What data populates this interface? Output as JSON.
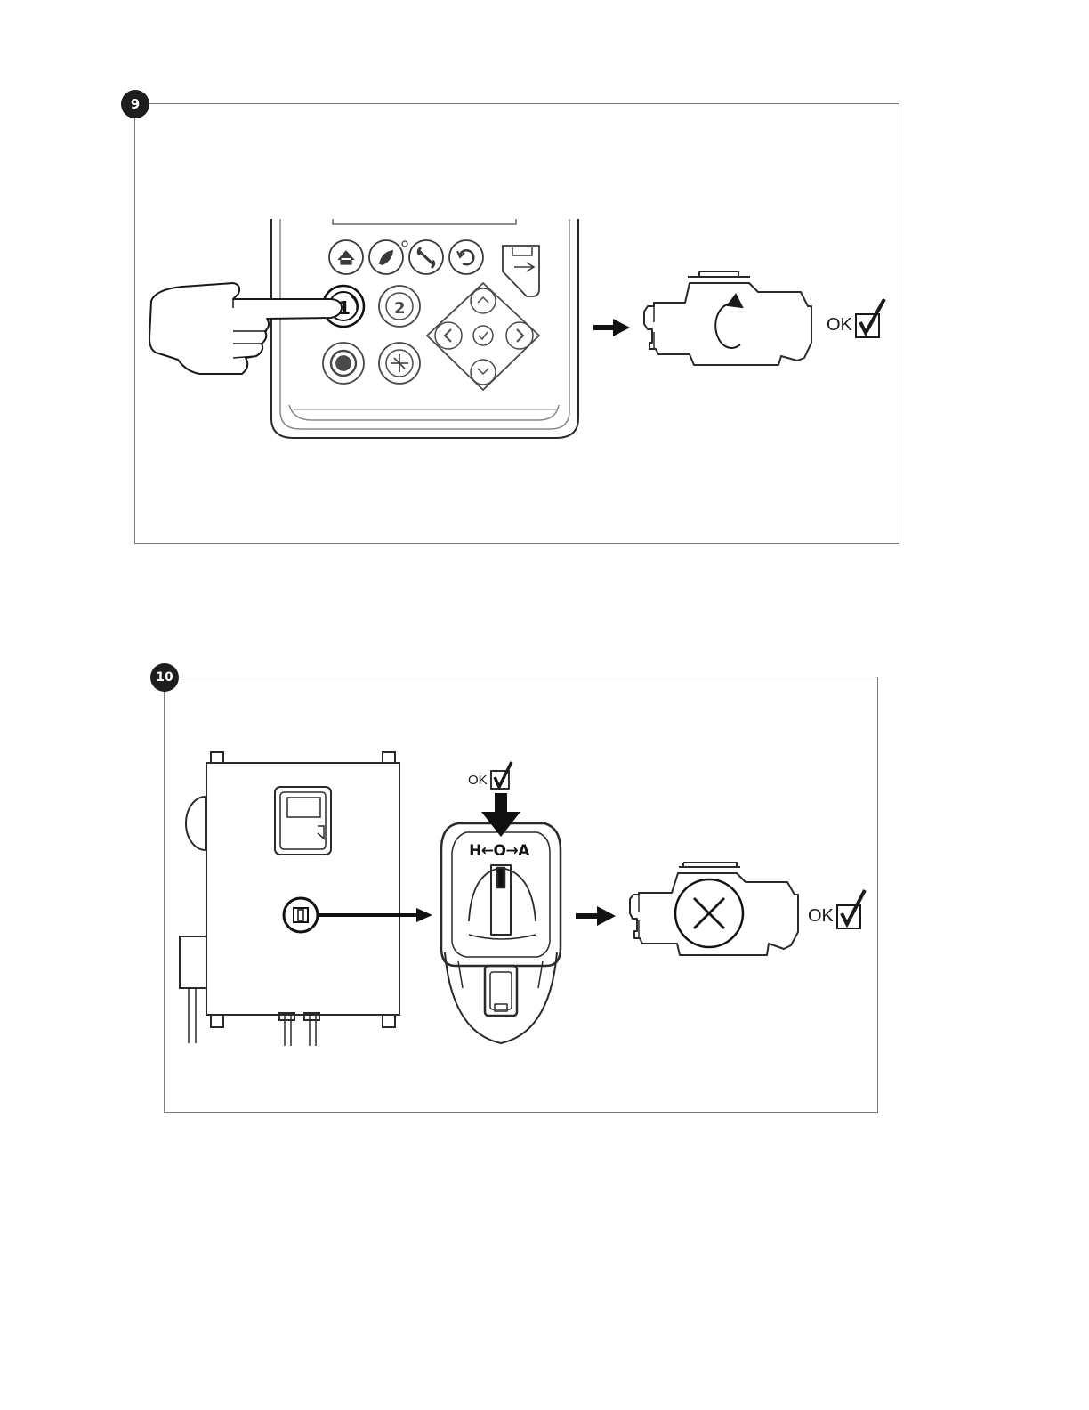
{
  "steps": [
    {
      "number": "9",
      "ok_label": "OK",
      "icons": [
        "pointing-hand-icon",
        "controller-keypad",
        "button-1-icon",
        "arrow-right-icon",
        "engine-icon",
        "rotate-icon",
        "checkbox-checked-icon"
      ]
    },
    {
      "number": "10",
      "ok_label_switch": "OK",
      "ok_label_engine": "OK",
      "switch_positions": "H←O→A",
      "icons": [
        "control-cabinet",
        "selector-switch-icon",
        "arrow-right-icon",
        "hoa-switch",
        "arrow-down-icon",
        "engine-icon",
        "stop-x-icon",
        "checkbox-checked-icon"
      ]
    }
  ],
  "colors": {
    "line": "#1a1a1a",
    "panel_border": "#7a7a7a",
    "light_line": "#8a8a8a"
  }
}
